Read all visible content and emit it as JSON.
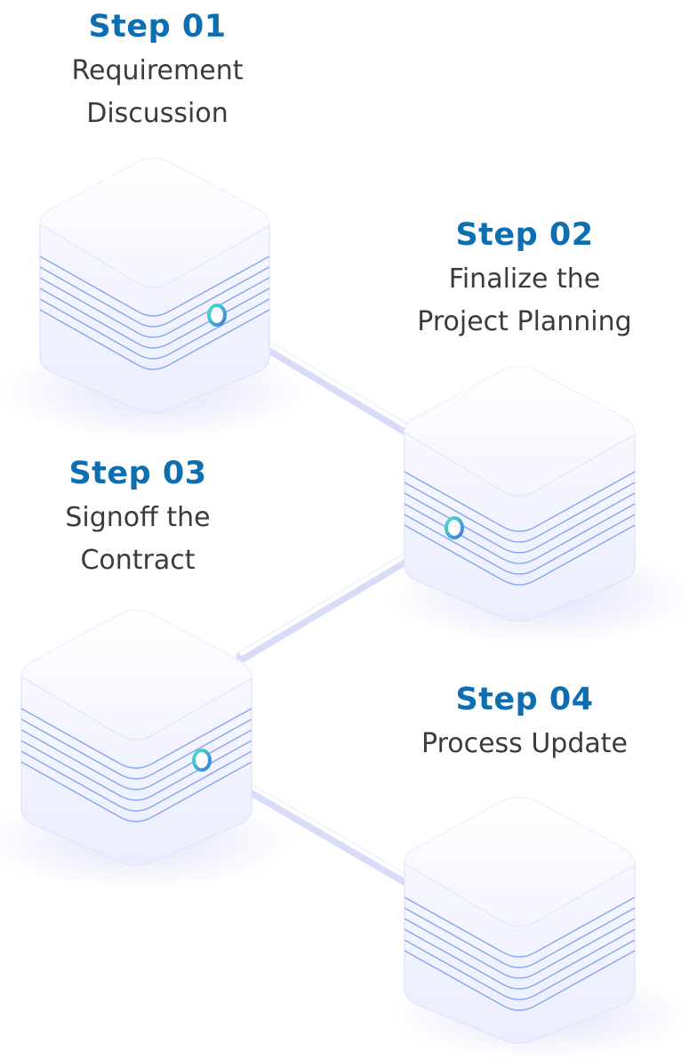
{
  "steps": [
    {
      "title": "Step 01",
      "description_lines": [
        "Requirement",
        "Discussion"
      ]
    },
    {
      "title": "Step 02",
      "description_lines": [
        "Finalize the",
        "Project Planning"
      ]
    },
    {
      "title": "Step 03",
      "description_lines": [
        "Signoff the",
        "Contract"
      ]
    },
    {
      "title": "Step 04",
      "description_lines": [
        "Process Update"
      ]
    }
  ],
  "colors": {
    "title": "#0d6eb2",
    "text": "#3b3b3b",
    "cube_stripes": "#8aa9f0",
    "connector": "#dde0fb",
    "port_ring": "#3fc6c8"
  }
}
